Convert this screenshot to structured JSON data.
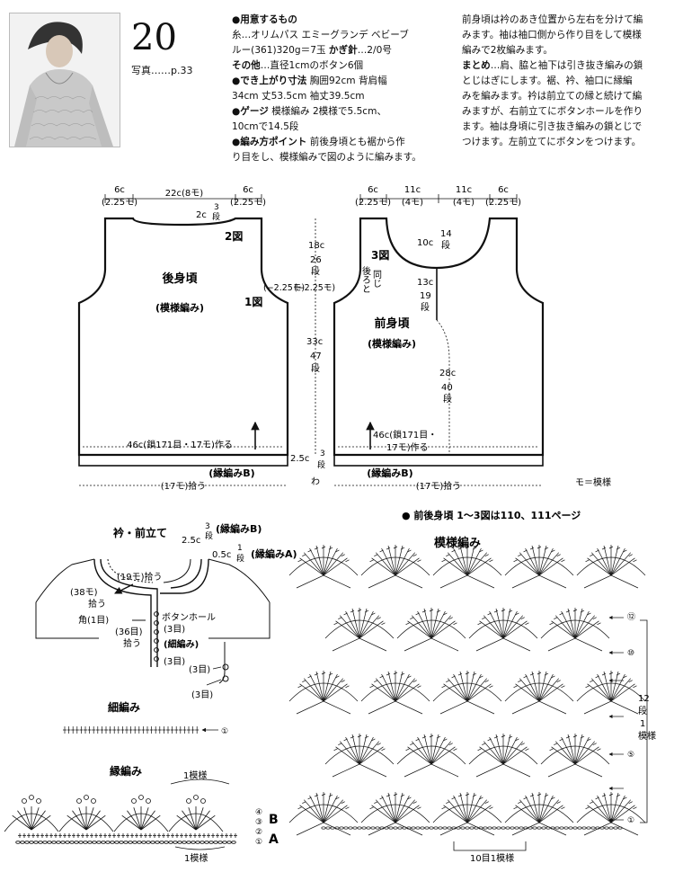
{
  "header": {
    "pattern_number": "20",
    "photo_ref": "写真……p.33"
  },
  "materials": {
    "l1_head": "●用意するもの",
    "l2": "糸…オリムパス エミーグランデ ベビーブ",
    "l3a": "ルー(361)320g＝7玉 ",
    "l3b": "かぎ針",
    "l3c": "…2/0号",
    "l4a": "その他",
    "l4b": "…直径1cmのボタン6個",
    "l5a": "●でき上がり寸法",
    "l5b": " 胸囲92cm 背肩幅",
    "l6": "34cm 丈53.5cm 袖丈39.5cm",
    "l7a": "●ゲージ",
    "l7b": " 模様編み 2模様で5.5cm、",
    "l8": "10cmで14.5段",
    "l9a": "●編み方ポイント",
    "l9b": " 前後身頃とも裾から作",
    "l10": "り目をし、模様編みで図のように編みます。"
  },
  "instructions": {
    "l1": "前身頃は衿のあき位置から左右を分けて編",
    "l2": "みます。袖は袖口側から作り目をして模様",
    "l3": "編みで2枚編みます。",
    "l4a": "まとめ",
    "l4b": "…肩、脇と袖下は引き抜き編みの鎖",
    "l5": "とじはぎにします。裾、衿、袖口に縁編",
    "l6": "みを編みます。衿は前立ての縁と続けて編",
    "l7": "みますが、右前立てにボタンホールを作り",
    "l8": "ます。袖は身頃に引き抜き編みの鎖とじで",
    "l9": "つけます。左前立てにボタンをつけます。"
  },
  "back": {
    "w_6c": "6c",
    "w_225": "(2.25モ)",
    "w_22c": "22c(8モ)",
    "neck_2c": "2c",
    "neck_3": "3",
    "neck_dan": "段",
    "fig2": "2図",
    "title": "後身頃",
    "pattern": "(模様編み)",
    "fig1": "1図",
    "side_dec": "(−2.25モ)",
    "chain": "46c(鎖171目・17モ)作る",
    "border": "(縁編みB)",
    "pickup": "(17モ)拾う"
  },
  "middle": {
    "h18": "18c",
    "h26": "26",
    "dan": "段",
    "h33": "33c",
    "h47": "47",
    "h25": "2.5c",
    "h3": "3",
    "wa": "わ"
  },
  "front": {
    "w_6c": "6c",
    "w_225": "(2.25モ)",
    "w_11c": "11c",
    "w_4": "(4モ)",
    "neck_10c": "10c",
    "neck_14": "14",
    "neck_dan": "段",
    "fig3": "3図",
    "same_a": "後ろと",
    "same_b": "同じ",
    "side_dec": "(−2.25モ)",
    "h13": "13c",
    "h19": "19",
    "dan": "段",
    "title": "前身頃",
    "pattern": "(模様編み)",
    "h28": "28c",
    "h40": "40",
    "chain_a": "46c(鎖171目・",
    "chain_b": "17モ)作る",
    "border": "(縁編みB)",
    "pickup": "(17モ)拾う"
  },
  "legend": {
    "mo": "モ＝模様",
    "fig_ref": "● 前後身頃 1〜3図は110、111ページ"
  },
  "collar": {
    "title": "衿・前立て",
    "three": "3",
    "dan": "段",
    "borderB": "(縁編みB)",
    "c25": "2.5c",
    "c05": "0.5c",
    "one": "1",
    "borderA": "(縁編みA)",
    "pick19": "(19モ)拾う",
    "pick38a": "(38モ)",
    "pick38b": "拾う",
    "corner": "角(1目)",
    "buttonhole": "ボタンホール",
    "me3a": "(3目)",
    "pick36a": "(36目)",
    "pick36b": "拾う",
    "hoso": "(細編み)",
    "me3b": "(3目)",
    "me3c": "(3目)",
    "me3d": "(3目)"
  },
  "hosoami": {
    "title": "細編み",
    "row1": "①"
  },
  "fuchiami": {
    "title": "縁編み",
    "moyo1": "1模様",
    "moyo2": "1模様",
    "r4": "④",
    "r3": "③",
    "r2": "②",
    "r1": "①",
    "B": "B",
    "A": "A"
  },
  "moyoami": {
    "title": "模様編み",
    "r12": "⑫",
    "r10": "⑩",
    "r5": "⑤",
    "r1": "①",
    "rep_12": "12",
    "rep_dan": "段",
    "rep_1": "1",
    "rep_moyo": "模様",
    "width": "10目1模様"
  }
}
